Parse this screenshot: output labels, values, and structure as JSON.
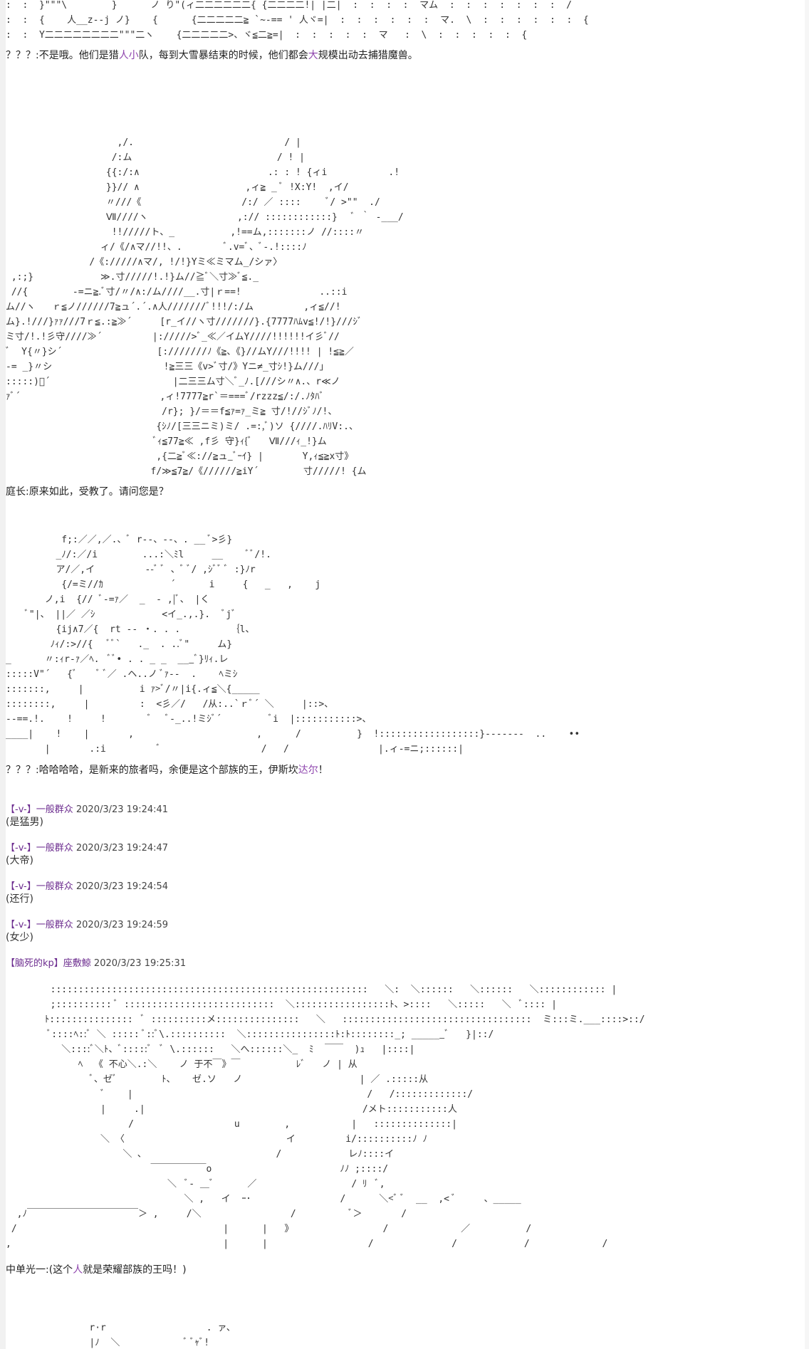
{
  "art": {
    "top": ":  :  }\"\"\"\\        }      ノ り\"(ィ二二二二二二{ {二二二二!| |二|  :  :  :  :  マム  :  :  :  :  :  :  :  /\n:  :  {    人__z--j ノ}    {      {二二二二二≧ `~-== ' 人ヾ=|  :  :  :  :  :  :  マ.  \\  :  :  :  :  :  :  {\n:  :  Y二二二二二二二二\"\"\"二ヽ    {二二二二二>、ヾ≦二≧=|  :  :  :  :  :  マ   :  \\  :  :  :  :  :  {",
    "guard": "                    ,/.                           / |\n                   /:ム                          / ! |\n                  {{:/:∧                       .: : ! {ィi           .!\n                  }}// ∧                   ,ィ≧ _ ﾞ !X:Y!  ,イ/\n                  〃///《                  /:/ ／ ::::     ﾞ/ >\"\"  ./\n                  Ⅶ////ヽ                ,:// ::::::::::::}   ﾞ ｀ -___/\n                   !!/////ト、_          ,!==ム,:::::::ノ //::::〃\n                 ィ/《/∧マ//!!、.        ﾞ.v=ﾞ、ﾞ-.!::::ﾉ\n               /《://///∧マ/, !/!}Yミ≪ミマム_/シァ〉\n ,:;}            ≫.寸/////!.!}ム//≧ﾞ＼寸≫ﾞ≦._\n //{        -=ニ≧.ﾞ寸/〃/∧:/ム////__.寸|ｒ==!              ..::i\nム//ヽ   ｒ≦ノ//////7≧ュ´.´.∧人///////ﾞ!!!/:/ム         ,ィ≦//!\nム}.!///}ｧｧ///7ｒ≦.:≧≫´     [r_イ//ヽ寸///////}.{7777ﾊﾑv≦!/!}///ｼﾞ\nミ寸/!.!彡守////≫´         |://///>ﾞ_≪／イムY////!!!!!!イ彡ﾞ//\nﾞ  Y{〃}シ´                 [:///////ﾉ《≧、《}//ムY///!!!! | !≦≧／\n-= _}〃シ                    !≧三三《v>ﾞ寸/》Yニ≠_寸ｼ!}ム///｣\n:::::)ﾞ´                      |二三三ム寸＼ﾞ_ﾉ.[///シ〃∧.、r≪ノ\nｧﾞ´                         ,ィ!7777≧r`＝===ﾞ/rzzz≦/:/.ﾉﾀﾊﾞ\n                            /r}; }/＝＝f≦ｧ=ｧ_ミ≧ 寸/!//ｼﾞﾉ/!、\n                           {ｼﾉ/[三三ニミ)ミ/ .=:,ﾞ)ソ {////.ﾊﾘV:.、\n                           ﾞｨ≦77≧≪ ,f彡 守}ｨ{ﾞ   Ⅶ///ｨ_!}ム\n                           ,{二≧ﾞ≪://≧ュ_ﾞｰｲ} |       Y,ｨ≦≧x寸》\n                          f/≫≦7≧/《//////≧iY´        寸/////! {ム",
    "king": "          f;:／／,／.、ﾞ r--、--、. __ ﾞ>彡}\n         _ﾉ/:／/i        ...:＼ﾐl     __    ﾞﾞ/!.\n         ア/／,イ         --ﾞ ﾞ 、ﾞ ﾞ/ ,ｼﾞﾞ ﾞ :}ﾉr\n          {/=ミ//ｶ            ´      i     {   _   ,    j\n       ノ,i  {// ﾞ-=ｧ／  _  - ,|ﾞ、 |く\n    ﾞ\"|、 ||／ ／ｼ            <イ_.,.}.  ﾞjﾞ\n         {ij∧7／{  rt -- ・. . .         ｛l、\n        ﾉｨ/:>//{   ﾞﾞ`   ._  . ..ﾞ\"     ム}\n_      〃:ｨr-ｧ／ﾍ.  ﾞﾞ• . . _ _  ___ﾞ}ﾘｨ.レ\n:::::V\"´   {ﾞ    ﾞ ﾞ／ .ヘ..ノ ﾞｧ--  .    ﾍミｼ\n:::::::,     |          i ｧ>ﾞ/〃|i{.ィ≦＼{_____\n::::::::,     |         :  <彡／/   /从:..`ｒﾞ´ ＼     |::>、\n--==.!.    !     !        ﾞ   ﾞ-_..!ミｼﾞ´         ﾞi  |:::::::::::>、\n____|    !    |       ,                      ,      /          }  !::::::::::::::::::}-------  ..    ••\n       |       .:i         ﾞ                  /   /                |.ィ-=ニ;::::::|",
    "unit": "        :::::::::::::::::::::::::::::::::::::::::::::::::::::::::   ＼:  ＼::::::   ＼::::::   ＼:::::::::::: |\n        ;:::::::::: ﾞ :::::::::::::::::::::::::::  ＼:::::::::::::::::ﾄ、>::::   ＼:::::   ＼  ﾞ:::: |\n       ﾄ:::::::::::::::  ﾞ ::::::::::メ:::::::::::::::   ＼   ::::::::::::::::::::::::::::::::::  ミ:::ミ.___::::>::/\n        ﾞ::::ﾍ::ﾞ ＼ ::::: ﾞ::ﾞ\\.::::::::::  ＼::::::::::::::::ﾄ:ﾄ::::::::_; ______ﾞ   }|::/\n          ＼::::ﾞ＼ﾄ、ﾞ:::::ﾞ  ﾞ \\.::::::   ＼へ::::::＼_  ﾐ  ￣￣  )ｭ   |::::|\n             ﾍ  《 不心＼.:＼    ノ 于不￣》￣          ﾚﾞ   ノ | 从\n               ﾞ、ゼﾞ        ﾄ、   ゼ.ソ   ノ                     | ／ .:::::从\n                 ﾞ    |                                          /   /:::::::::::::/\n                 |     .|                                       /メト:::::::::::人\n                      /                  u        ,           |   ::::::::::::::|\n                 ＼ 〈                             イ         i/::::::::::ﾉ ﾉ\n                     ＼ ､                        /            レﾉ::::イ\n                          ￣￣￣￣￣￣o                       ﾉﾉ ;::::/\n                             ＼  ﾞ- ＿ﾞ      ／                 / ﾘ  ﾞ,\n                                ＼ ,   イ  ｰ･                /      ＼<ﾞ ﾞ  __  ,< ﾞ     、_____\n  ,ﾉ￣￣￣￣￣￣￣￣￣￣￣￣＞ ,     /＼                /          ﾞ＞       /            \n /                                     |      |   》                /             ／          /\n,                                      |      |                  /              /            /             /",
    "bottom": "               r·r                  . ァ、\n               |ﾉ  ＼            ﾞ ﾞｬﾞ!"
  },
  "lines": {
    "l1_a": "？？？:不是哦。他们是猎",
    "l1_b": "人",
    "l1_c": "小",
    "l1_d": "队，每到大雪暴结束的时候，他们都会",
    "l1_e": "大",
    "l1_f": "规模出动去捕猎魔兽。",
    "l2": "庭长:原来如此，受教了。请问您是？",
    "l3_a": "？？？:哈哈哈哈，是新来的旅者吗，余便是这个部族的王，伊斯坎",
    "l3_b": "达尔",
    "l3_c": "！",
    "l4_a": "中单光一:(这个",
    "l4_b": "人",
    "l4_c": "就是荣耀部族的王吗！)"
  },
  "posts": [
    {
      "name": "【-v-】一般群众",
      "time": "2020/3/23 19:24:41",
      "body": "(是猛男)"
    },
    {
      "name": "【-v-】一般群众",
      "time": "2020/3/23 19:24:47",
      "body": "(大帝)"
    },
    {
      "name": "【-v-】一般群众",
      "time": "2020/3/23 19:24:54",
      "body": "(还行)"
    },
    {
      "name": "【-v-】一般群众",
      "time": "2020/3/23 19:24:59",
      "body": "(女少)"
    },
    {
      "name": "【脑死的kp】座敷鯨",
      "time": "2020/3/23 19:25:31",
      "body": ""
    }
  ]
}
